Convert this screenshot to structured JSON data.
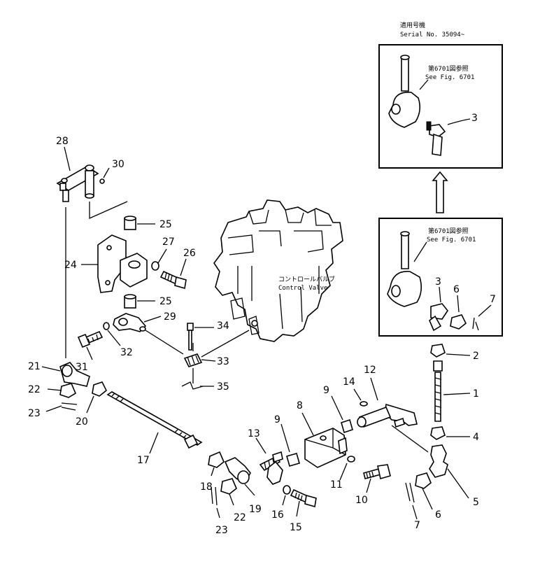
{
  "header": {
    "line1": "適用号機",
    "line2": "Serial No. 35094~"
  },
  "insets": {
    "top": {
      "ref_jp": "第6701図参照",
      "ref_en": "See Fig. 6701"
    },
    "bottom": {
      "ref_jp": "第6701図参照",
      "ref_en": "See Fig. 6701"
    }
  },
  "control_valve": {
    "label_jp": "コントロールバルブ",
    "label_en": "Control Valve"
  },
  "part_numbers": {
    "p1": "1",
    "p2": "2",
    "p3a": "3",
    "p3b": "3",
    "p4": "4",
    "p5": "5",
    "p6a": "6",
    "p6b": "6",
    "p7a": "7",
    "p7b": "7",
    "p8": "8",
    "p9a": "9",
    "p9b": "9",
    "p10": "10",
    "p11": "11",
    "p12": "12",
    "p13": "13",
    "p14": "14",
    "p15": "15",
    "p16": "16",
    "p17": "17",
    "p18": "18",
    "p19": "19",
    "p20": "20",
    "p21": "21",
    "p22a": "22",
    "p22b": "22",
    "p23a": "23",
    "p23b": "23",
    "p24": "24",
    "p25a": "25",
    "p25b": "25",
    "p26": "26",
    "p27": "27",
    "p28": "28",
    "p29": "29",
    "p30": "30",
    "p31": "31",
    "p32": "32",
    "p33": "33",
    "p34": "34",
    "p35": "35"
  }
}
